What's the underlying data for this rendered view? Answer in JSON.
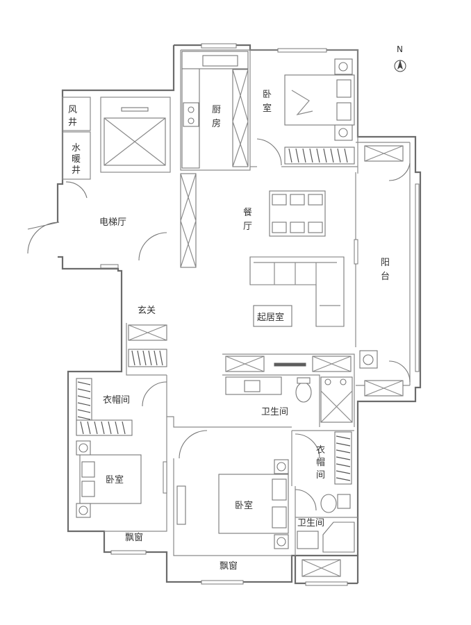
{
  "north_label": "N",
  "rooms": {
    "wind_shaft": "风井",
    "water_heating_shaft": "水暖井",
    "elevator_hall": "电梯厅",
    "kitchen": "厨房",
    "master_bedroom_top": "卧室",
    "dining": "餐厅",
    "balcony": "阳台",
    "entrance": "玄关",
    "living_room": "起居室",
    "cloakroom_left": "衣帽间",
    "bathroom_center": "卫生间",
    "cloakroom_right": "衣帽间",
    "bedroom_left": "卧室",
    "bedroom_center": "卧室",
    "bathroom_right": "卫生间",
    "bay_window_left": "飘窗",
    "bay_window_center": "飘窗"
  }
}
